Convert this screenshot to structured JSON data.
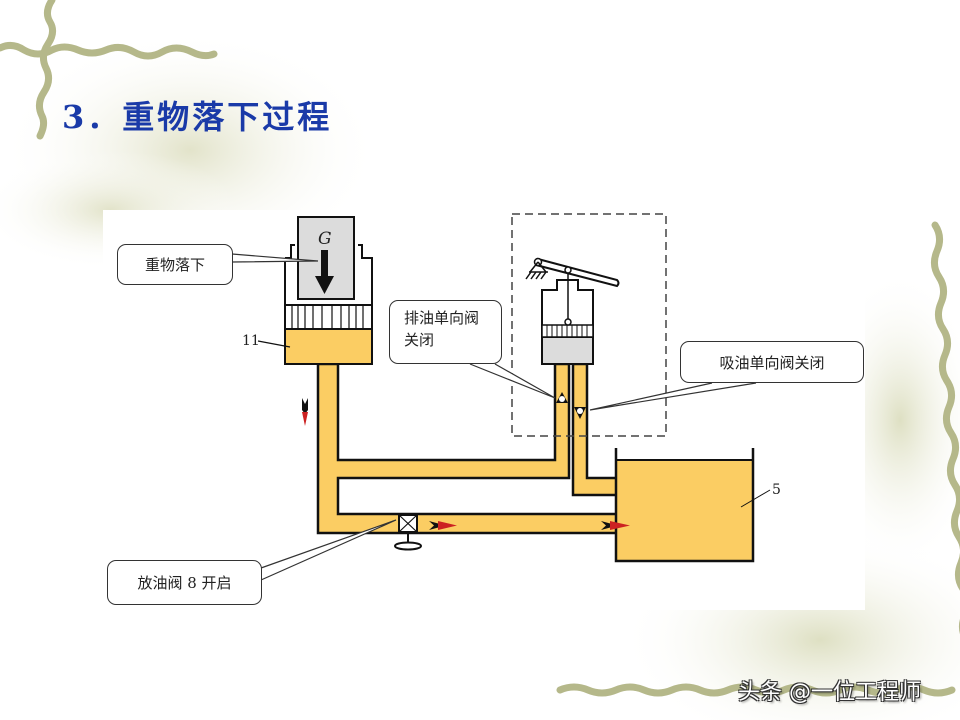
{
  "slide": {
    "title": "3．重物落下过程",
    "background_color": "#ffffff",
    "ornament_color": "#b5b88a"
  },
  "diagram": {
    "oil_color": "#fbcd63",
    "outline_color": "#111111",
    "piston_gray": "#dcdcdc",
    "arrow_color": "#cc2222",
    "weight_symbol": "G",
    "component_labels": {
      "cylinder": "11",
      "tank": "5"
    },
    "callouts": [
      {
        "id": "weight-falling",
        "text": "重物落下"
      },
      {
        "id": "discharge-check-valve",
        "line1": "排油单向阀",
        "line2": "关闭"
      },
      {
        "id": "suction-check-valve",
        "text": "吸油单向阀关闭"
      },
      {
        "id": "drain-valve",
        "text": "放油阀 8 开启"
      }
    ]
  },
  "watermark": {
    "text": "头条 @一位工程师"
  }
}
